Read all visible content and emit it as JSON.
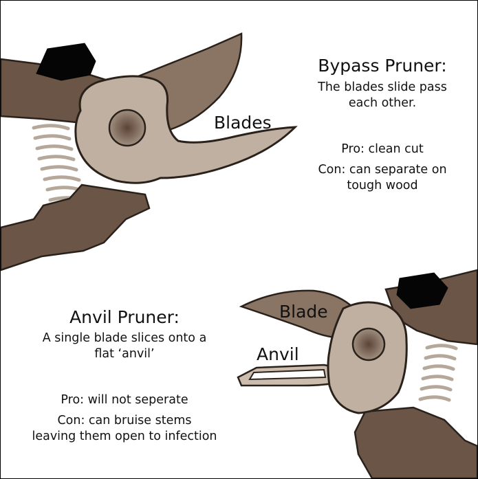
{
  "bypass": {
    "title": "Bypass Pruner:",
    "description": "The blades slide pass\neach other.",
    "pro": "Pro: clean cut",
    "con": "Con: can separate on\ntough wood",
    "callout": "Blades"
  },
  "anvil": {
    "title": "Anvil Pruner:",
    "description": "A single blade slices onto a\nflat ‘anvil’",
    "pro": "Pro: will not seperate",
    "con": "Con: can bruise stems\nleaving them open to infection",
    "callout_blade": "Blade",
    "callout_anvil": "Anvil"
  },
  "colors": {
    "handle": "#6b5546",
    "handle_stroke": "#2a211b",
    "head": "#bfb0a2",
    "blade_light": "#cbbcae",
    "blade_dark": "#8a7464",
    "pivot": "#6e5646",
    "spring": "#b5a89a",
    "grip": "#050505"
  }
}
